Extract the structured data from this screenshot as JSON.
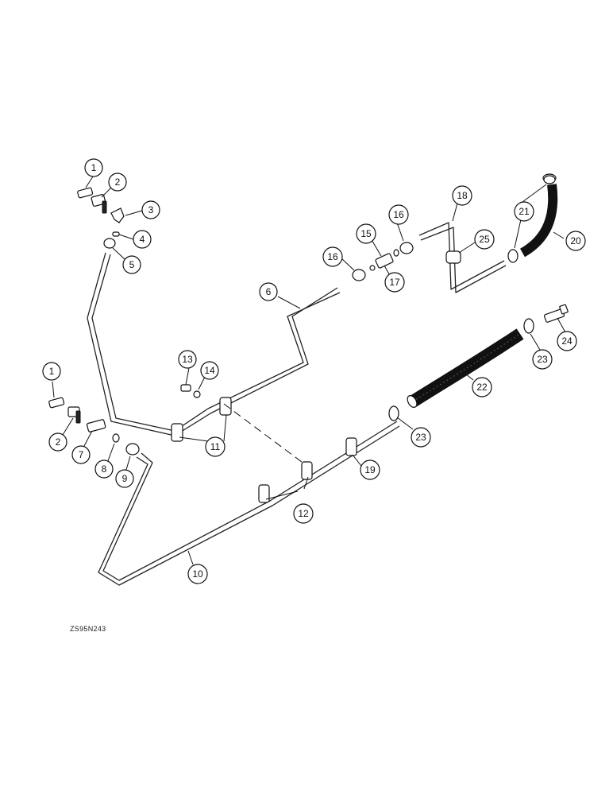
{
  "figure_code": "ZS95N243",
  "callouts": [
    {
      "id": "c1a",
      "label": "1"
    },
    {
      "id": "c2a",
      "label": "2"
    },
    {
      "id": "c3",
      "label": "3"
    },
    {
      "id": "c4",
      "label": "4"
    },
    {
      "id": "c5",
      "label": "5"
    },
    {
      "id": "c6",
      "label": "6"
    },
    {
      "id": "c1b",
      "label": "1"
    },
    {
      "id": "c2b",
      "label": "2"
    },
    {
      "id": "c7",
      "label": "7"
    },
    {
      "id": "c8",
      "label": "8"
    },
    {
      "id": "c9",
      "label": "9"
    },
    {
      "id": "c10",
      "label": "10"
    },
    {
      "id": "c11",
      "label": "11"
    },
    {
      "id": "c12",
      "label": "12"
    },
    {
      "id": "c13",
      "label": "13"
    },
    {
      "id": "c14",
      "label": "14"
    },
    {
      "id": "c15",
      "label": "15"
    },
    {
      "id": "c16a",
      "label": "16"
    },
    {
      "id": "c16b",
      "label": "16"
    },
    {
      "id": "c17",
      "label": "17"
    },
    {
      "id": "c18",
      "label": "18"
    },
    {
      "id": "c19",
      "label": "19"
    },
    {
      "id": "c20",
      "label": "20"
    },
    {
      "id": "c21",
      "label": "21"
    },
    {
      "id": "c22",
      "label": "22"
    },
    {
      "id": "c23a",
      "label": "23"
    },
    {
      "id": "c23b",
      "label": "23"
    },
    {
      "id": "c24",
      "label": "24"
    },
    {
      "id": "c25",
      "label": "25"
    }
  ]
}
